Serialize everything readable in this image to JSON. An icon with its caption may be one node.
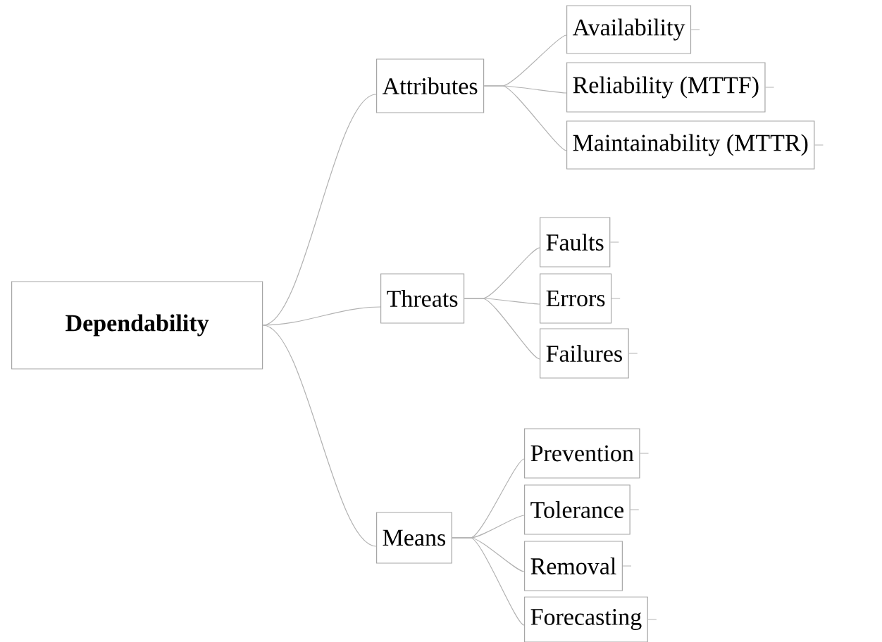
{
  "diagram": {
    "nodes": [
      {
        "text": [
          "Dependability"
        ]
      },
      {
        "text": [
          "Attributes"
        ]
      },
      {
        "text": [
          "Availability"
        ]
      },
      {
        "text": [
          "Reliability (MTTF)"
        ]
      },
      {
        "text": [
          "Maintainability (MTTR)"
        ]
      },
      {
        "text": [
          "Threats"
        ]
      },
      {
        "text": [
          "Faults"
        ]
      },
      {
        "text": [
          "Errors"
        ]
      },
      {
        "text": [
          "Failures"
        ]
      },
      {
        "text": [
          "Means"
        ]
      },
      {
        "text": [
          "Prevention"
        ]
      },
      {
        "text": [
          "Tolerance"
        ]
      },
      {
        "text": [
          "Removal"
        ]
      },
      {
        "text": [
          "Forecasting"
        ]
      }
    ],
    "edges": [
      {
        "from": 0,
        "to": 1,
        "arrow": "none"
      },
      {
        "from": 0,
        "to": 5,
        "arrow": "none"
      },
      {
        "from": 0,
        "to": 9,
        "arrow": "none"
      },
      {
        "from": 1,
        "to": 2,
        "arrow": "none"
      },
      {
        "from": 1,
        "to": 3,
        "arrow": "none"
      },
      {
        "from": 1,
        "to": 4,
        "arrow": "none"
      },
      {
        "from": 5,
        "to": 6,
        "arrow": "none"
      },
      {
        "from": 5,
        "to": 7,
        "arrow": "none"
      },
      {
        "from": 5,
        "to": 8,
        "arrow": "none"
      },
      {
        "from": 9,
        "to": 10,
        "arrow": "none"
      },
      {
        "from": 9,
        "to": 11,
        "arrow": "none"
      },
      {
        "from": 9,
        "to": 12,
        "arrow": "none"
      },
      {
        "from": 9,
        "to": 13,
        "arrow": "none"
      }
    ]
  }
}
